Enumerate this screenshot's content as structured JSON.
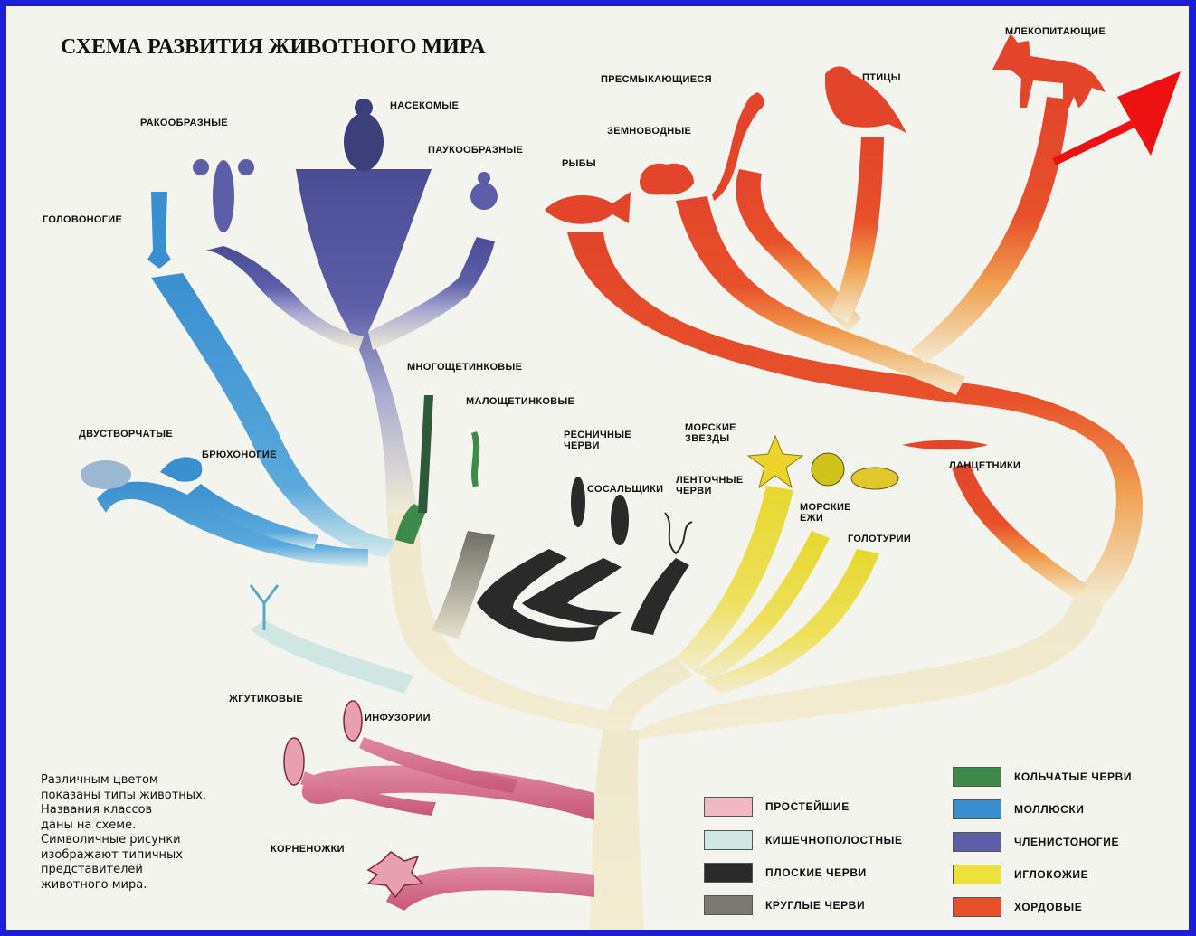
{
  "title": "СХЕМА РАЗВИТИЯ ЖИВОТНОГО МИРА",
  "note": "Различным цветом\nпоказаны типы животных.\nНазвания классов\nданы на схеме.\nСимволичные рисунки\nизображают типичных\nпредставителей\nживотного мира.",
  "labels": {
    "mammals": "МЛЕКОПИТАЮЩИЕ",
    "reptiles": "ПРЕСМЫКАЮЩИЕСЯ",
    "birds": "ПТИЦЫ",
    "amphibians": "ЗЕМНОВОДНЫЕ",
    "fish": "РЫБЫ",
    "insects": "НАСЕКОМЫЕ",
    "crustaceans": "РАКООБРАЗНЫЕ",
    "arachnids": "ПАУКООБРАЗНЫЕ",
    "cephalopods": "ГОЛОВОНОГИЕ",
    "polychaetes": "МНОГОЩЕТИНКОВЫЕ",
    "oligochaetes": "МАЛОЩЕТИНКОВЫЕ",
    "bivalves": "ДВУСТВОРЧАТЫЕ",
    "gastropods": "БРЮХОНОГИЕ",
    "turbellarians": "РЕСНИЧНЫЕ\nЧЕРВИ",
    "flukes": "СОСАЛЬЩИКИ",
    "tapeworms": "ЛЕНТОЧНЫЕ\nЧЕРВИ",
    "starfish": "МОРСКИЕ\nЗВЕЗДЫ",
    "urchins": "МОРСКИЕ\nЕЖИ",
    "holothurians": "ГОЛОТУРИИ",
    "lancelets": "ЛАНЦЕТНИКИ",
    "flagellates": "ЖГУТИКОВЫЕ",
    "ciliates": "ИНФУЗОРИИ",
    "rhizopods": "КОРНЕНОЖКИ"
  },
  "legend": [
    {
      "label": "ПРОСТЕЙШИЕ",
      "color": "#f2b8c4"
    },
    {
      "label": "КИШЕЧНОПОЛОСТНЫЕ",
      "color": "#cfe6e2"
    },
    {
      "label": "ПЛОСКИЕ ЧЕРВИ",
      "color": "#2a2a2a"
    },
    {
      "label": "КРУГЛЫЕ ЧЕРВИ",
      "color": "#7a7a72"
    },
    {
      "label": "КОЛЬЧАТЫЕ ЧЕРВИ",
      "color": "#3e8a4a"
    },
    {
      "label": "МОЛЛЮСКИ",
      "color": "#3a8fd0"
    },
    {
      "label": "ЧЛЕНИСТОНОГИЕ",
      "color": "#5c5ea8"
    },
    {
      "label": "ИГЛОКОЖИЕ",
      "color": "#ece23a"
    },
    {
      "label": "ХОРДОВЫЕ",
      "color": "#e8502a"
    }
  ]
}
